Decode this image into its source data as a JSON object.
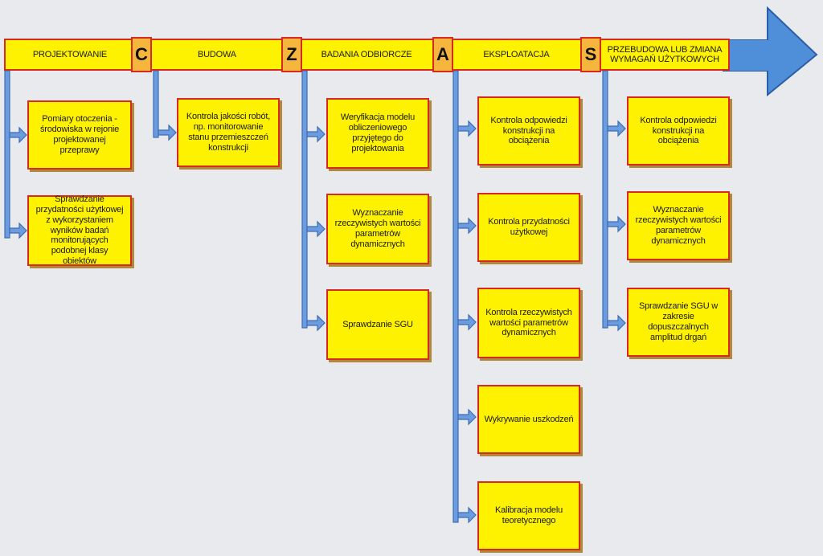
{
  "colors": {
    "box_fill": "#fff200",
    "box_border": "#d62a1e",
    "letter_fill": "#f6b63e",
    "arrow_blue": "#5b8fd6",
    "arrow_tip": "#4f8ed8"
  },
  "phases": [
    {
      "label": "PROJEKTOWANIE"
    },
    {
      "label": "BUDOWA"
    },
    {
      "label": "BADANIA ODBIORCZE"
    },
    {
      "label": "EKSPLOATACJA"
    },
    {
      "label": "PRZEBUDOWA LUB ZMIANA WYMAGAŃ UŻYTKOWYCH"
    }
  ],
  "letters": [
    "C",
    "Z",
    "A",
    "S"
  ],
  "tasks": {
    "projektowanie": [
      "Pomiary otoczenia - środowiska w rejonie projektowanej przeprawy",
      "Sprawdzanie przydatności użytkowej z wykorzystaniem wyników badań monitorujących podobnej klasy obiektów"
    ],
    "budowa": [
      "Kontrola jakości robót, np. monitorowanie stanu przemieszczeń konstrukcji"
    ],
    "badania": [
      "Weryfikacja modelu obliczeniowego przyjętego do projektowania",
      "Wyznaczanie rzeczywistych wartości parametrów dynamicznych",
      "Sprawdzanie SGU"
    ],
    "eksploatacja": [
      "Kontrola odpowiedzi konstrukcji na obciążenia",
      "Kontrola przydatności użytkowej",
      "Kontrola rzeczywistych wartości parametrów dynamicznych",
      "Wykrywanie uszkodzeń",
      "Kalibracja modelu teoretycznego"
    ],
    "przebudowa": [
      "Kontrola odpowiedzi konstrukcji na obciążenia",
      "Wyznaczanie rzeczywistych wartości parametrów dynamicznych",
      "Sprawdzanie SGU w zakresie dopuszczalnych amplitud drgań"
    ]
  }
}
